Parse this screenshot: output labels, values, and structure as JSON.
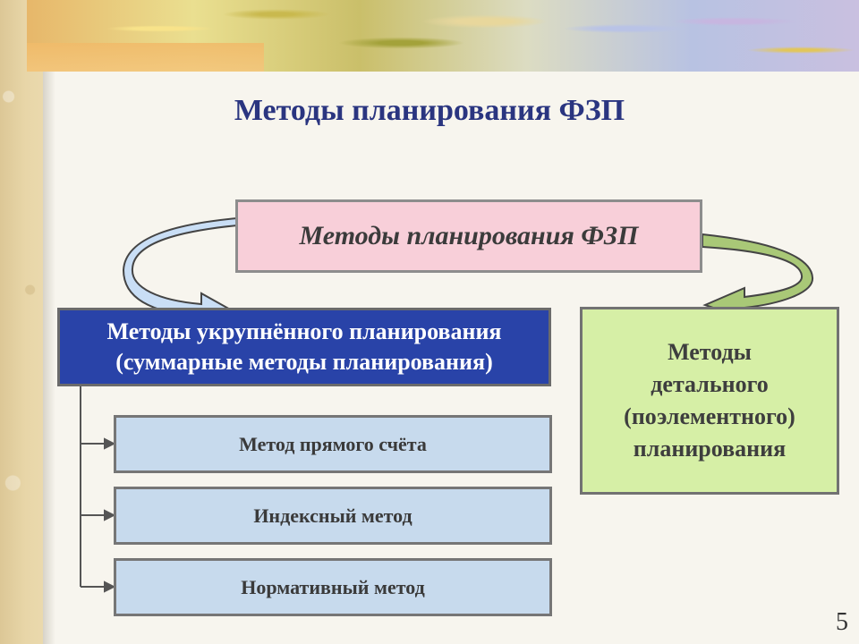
{
  "title": "Методы планирования ФЗП",
  "diagram": {
    "root": "Методы планирования ФЗП",
    "left_branch": {
      "line1": "Методы укрупнённого планирования",
      "line2": "(суммарные методы планирования)",
      "children": [
        "Метод прямого счёта",
        "Индексный метод",
        "Нормативный метод"
      ]
    },
    "right_branch": {
      "lines": [
        "Методы",
        "детального",
        "(поэлементного)",
        "планирования"
      ]
    }
  },
  "colors": {
    "title": "#2a3580",
    "root_fill": "#f8cfd9",
    "left_fill": "#2943a8",
    "right_fill": "#d6efa6",
    "child_fill": "#c7daed",
    "left_arrow": "#c9def5",
    "right_arrow": "#a9c877"
  },
  "page_number": "5"
}
